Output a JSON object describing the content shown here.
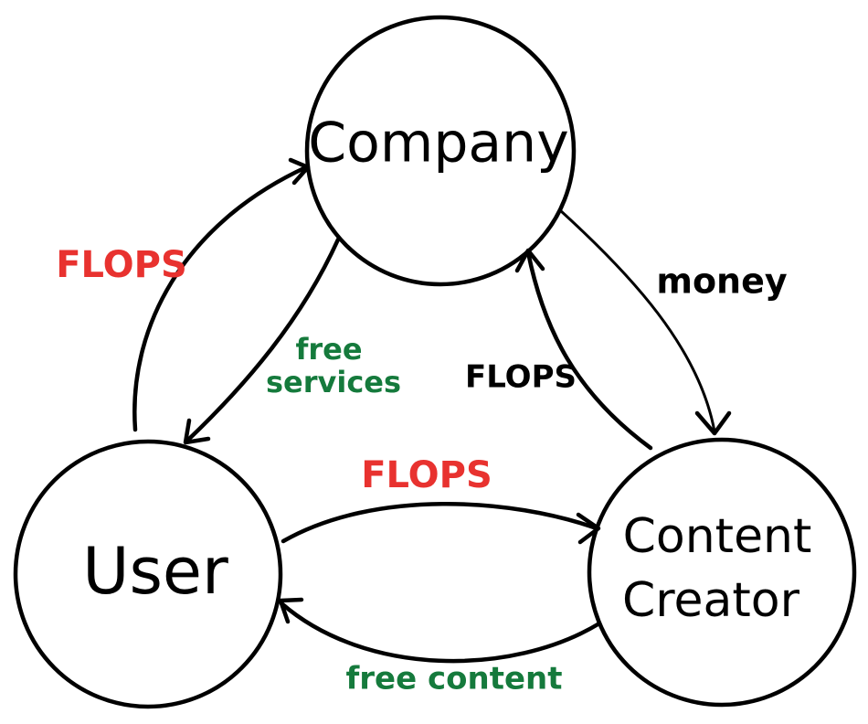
{
  "nodes": {
    "company": "Company",
    "user": "User",
    "creator_line1": "Content",
    "creator_line2": "Creator"
  },
  "edges": {
    "user_to_company": "FLOPS",
    "company_to_user_line1": "free",
    "company_to_user_line2": "services",
    "company_to_creator": "money",
    "creator_to_company": "FLOPS",
    "user_to_creator": "FLOPS",
    "creator_to_user": "free content"
  },
  "colors": {
    "red": "#e8322f",
    "green": "#157a3c",
    "black": "#000000"
  }
}
